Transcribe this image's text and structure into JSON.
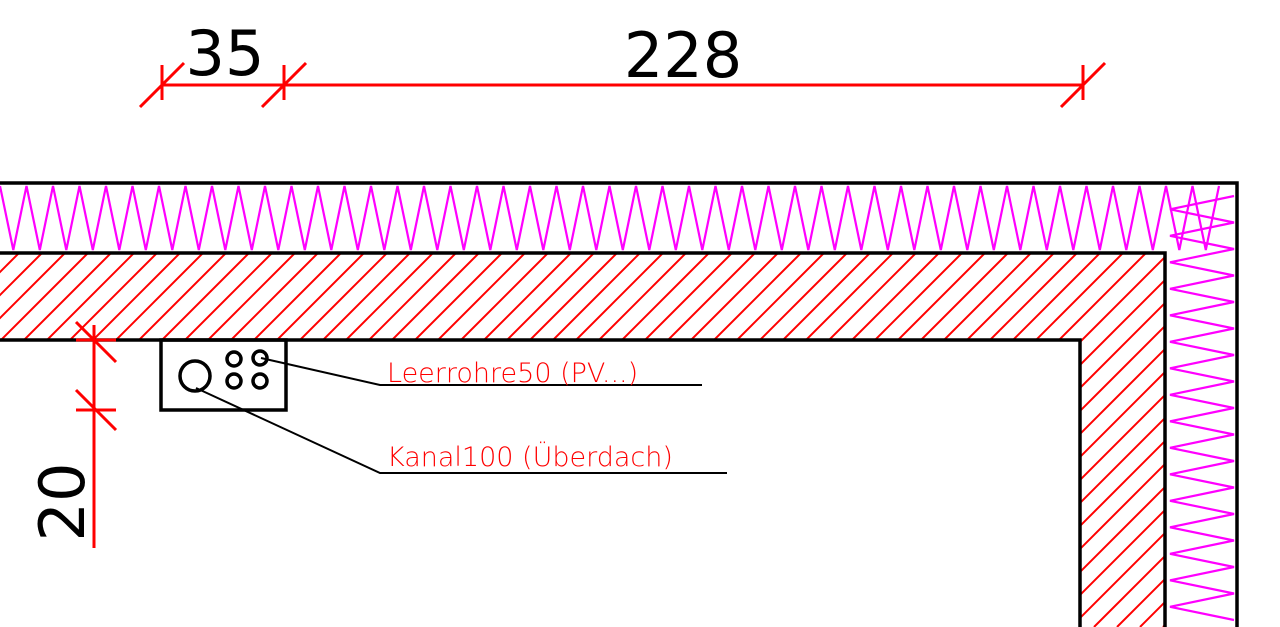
{
  "dimensions": {
    "top_left": "35",
    "top_right": "228",
    "left_vertical": "20"
  },
  "labels": {
    "conduit": "Leerrohre50 (PV...)",
    "channel": "Kanal100 (Überdach)"
  },
  "colors": {
    "dimension": "#ff0000",
    "hatch": "#ff0000",
    "insulation": "#ff00ff",
    "outline": "#000000",
    "label": "#ff0000",
    "background": "#ffffff"
  }
}
